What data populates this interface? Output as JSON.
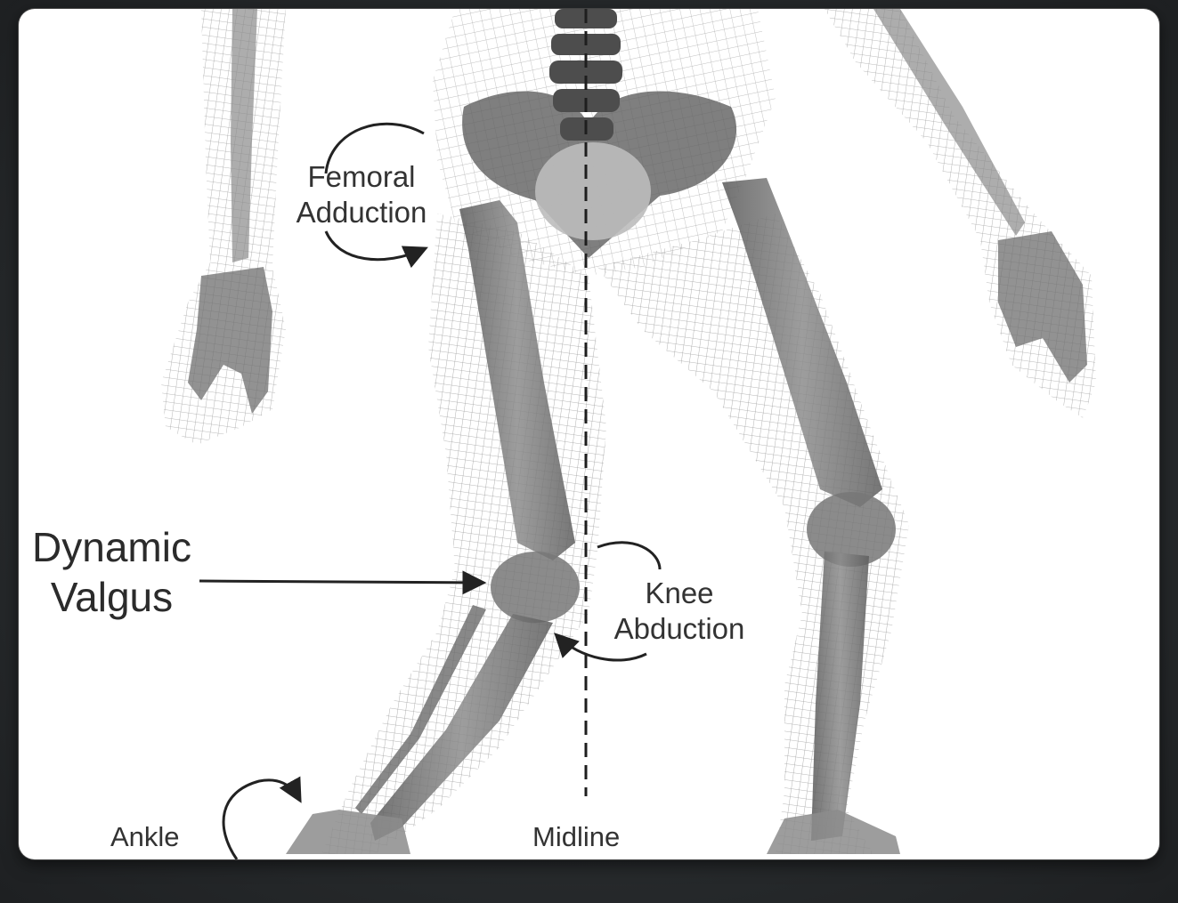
{
  "labels": {
    "femoral_line1": "Femoral",
    "femoral_line2": "Adduction",
    "valgus_line1": "Dynamic",
    "valgus_line2": "Valgus",
    "knee_line1": "Knee",
    "knee_line2": "Abduction",
    "ankle": "Ankle",
    "midline": "Midline"
  }
}
